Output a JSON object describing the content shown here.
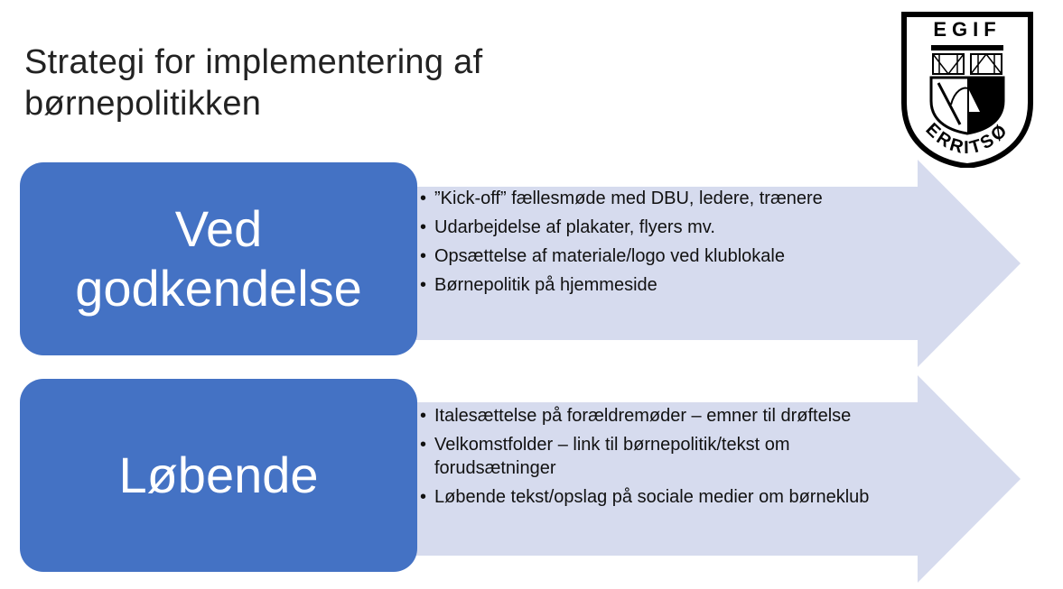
{
  "title": {
    "line1": "Strategi for implementering af",
    "line2": "børnepolitikken"
  },
  "logo": {
    "top_text": "EGIF",
    "bottom_text": "ERRITSØ"
  },
  "sections": [
    {
      "label_line1": "Ved",
      "label_line2": "godkendelse",
      "items": [
        "”Kick-off” fællesmøde med DBU, ledere, trænere",
        "Udarbejdelse af plakater, flyers mv.",
        "Opsættelse af materiale/logo ved klublokale",
        "Børnepolitik på hjemmeside"
      ]
    },
    {
      "label": "Løbende",
      "items": [
        "Italesættelse på forældremøder – emner til drøftelse",
        "Velkomstfolder – link til børnepolitik/tekst om forudsætninger",
        "Løbende tekst/opslag på sociale medier om børneklub"
      ]
    }
  ],
  "colors": {
    "box": "#4472c4",
    "arrow": "#d6dbee",
    "text": "#222222"
  }
}
